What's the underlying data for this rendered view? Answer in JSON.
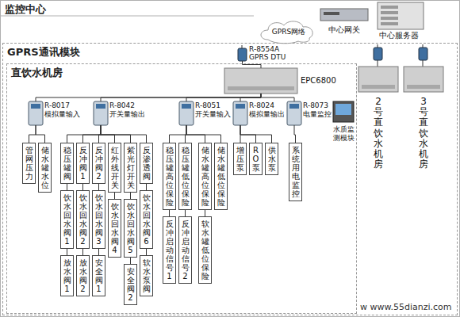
{
  "diagram": {
    "nodes": [
      {
        "text": [
          "监控中心"
        ]
      },
      {
        "text": [
          "中心网关"
        ],
        "in": 0
      },
      {
        "text": [
          "中心服务器"
        ],
        "in": 0
      },
      {
        "text": [
          "GPRS网络"
        ],
        "in": 0
      },
      {
        "text": [
          "GPRS通讯模块"
        ],
        "in": 0
      },
      {
        "text": [
          "直饮水机房"
        ],
        "in": 4
      },
      {
        "text": [
          "R-8554A GPRS DTU"
        ],
        "in": 4
      },
      {
        "text": [
          "EPC6800"
        ],
        "in": 5
      },
      {
        "text": [
          "R-8017 模拟量输入"
        ],
        "in": 5
      },
      {
        "text": [
          "R-8042 开关量输出"
        ],
        "in": 5
      },
      {
        "text": [
          "R-8051 开关量输入"
        ],
        "in": 5
      },
      {
        "text": [
          "R-8024 模拟量输出"
        ],
        "in": 5
      },
      {
        "text": [
          "R-8073 电量监控"
        ],
        "in": 5
      },
      {
        "text": [
          "水质监测模块"
        ],
        "in": 5
      },
      {
        "text": [
          "管网压力"
        ],
        "in": 5
      },
      {
        "text": [
          "储水罐水位"
        ],
        "in": 5
      },
      {
        "text": [
          "稳压罐阀"
        ],
        "in": 5
      },
      {
        "text": [
          "反冲阀1"
        ],
        "in": 5
      },
      {
        "text": [
          "反冲阀2"
        ],
        "in": 5
      },
      {
        "text": [
          "红外线开关"
        ],
        "in": 5
      },
      {
        "text": [
          "紫光灯开关"
        ],
        "in": 5
      },
      {
        "text": [
          "反渗透阀"
        ],
        "in": 5
      },
      {
        "text": [
          "稳压罐高位保险"
        ],
        "in": 5
      },
      {
        "text": [
          "稳压罐低位保险"
        ],
        "in": 5
      },
      {
        "text": [
          "储水罐高位保险"
        ],
        "in": 5
      },
      {
        "text": [
          "储水罐低位保险"
        ],
        "in": 5
      },
      {
        "text": [
          "增压泵"
        ],
        "in": 5
      },
      {
        "text": [
          "RO泵"
        ],
        "in": 5
      },
      {
        "text": [
          "供水泵"
        ],
        "in": 5
      },
      {
        "text": [
          "系统用电监控"
        ],
        "in": 5
      },
      {
        "text": [
          "饮水回水阀1"
        ],
        "in": 5
      },
      {
        "text": [
          "饮水回水阀2"
        ],
        "in": 5
      },
      {
        "text": [
          "饮水回水阀3"
        ],
        "in": 5
      },
      {
        "text": [
          "饮水回水阀4"
        ],
        "in": 5
      },
      {
        "text": [
          "饮水回水阀5"
        ],
        "in": 5
      },
      {
        "text": [
          "饮水回水阀6"
        ],
        "in": 5
      },
      {
        "text": [
          "反冲启动信号1"
        ],
        "in": 5
      },
      {
        "text": [
          "反冲启动信号2"
        ],
        "in": 5
      },
      {
        "text": [
          "软水罐低位保险"
        ],
        "in": 5
      },
      {
        "text": [
          "放水阀1"
        ],
        "in": 5
      },
      {
        "text": [
          "放水阀2"
        ],
        "in": 5
      },
      {
        "text": [
          "安全阀1"
        ],
        "in": 5
      },
      {
        "text": [
          "安全阀2"
        ],
        "in": 5
      },
      {
        "text": [
          "软水泵阀"
        ],
        "in": 5
      },
      {
        "text": [
          "2号直饮水机房"
        ],
        "in": 4
      },
      {
        "text": [
          "3号直饮水机房"
        ],
        "in": 4
      }
    ],
    "edges": [
      {
        "from": 6,
        "to": 7,
        "arrow": "none"
      },
      {
        "from": 7,
        "to": 8,
        "arrow": "none"
      },
      {
        "from": 7,
        "to": 9,
        "arrow": "none"
      },
      {
        "from": 7,
        "to": 10,
        "arrow": "none"
      },
      {
        "from": 7,
        "to": 11,
        "arrow": "none"
      },
      {
        "from": 7,
        "to": 12,
        "arrow": "none"
      },
      {
        "from": 8,
        "to": 14,
        "arrow": "none"
      },
      {
        "from": 8,
        "to": 15,
        "arrow": "none"
      },
      {
        "from": 9,
        "to": 16,
        "arrow": "none"
      },
      {
        "from": 9,
        "to": 17,
        "arrow": "none"
      },
      {
        "from": 9,
        "to": 18,
        "arrow": "none"
      },
      {
        "from": 9,
        "to": 19,
        "arrow": "none"
      },
      {
        "from": 9,
        "to": 20,
        "arrow": "none"
      },
      {
        "from": 9,
        "to": 21,
        "arrow": "none"
      },
      {
        "from": 10,
        "to": 22,
        "arrow": "none"
      },
      {
        "from": 10,
        "to": 23,
        "arrow": "none"
      },
      {
        "from": 10,
        "to": 24,
        "arrow": "none"
      },
      {
        "from": 10,
        "to": 25,
        "arrow": "none"
      },
      {
        "from": 11,
        "to": 26,
        "arrow": "none"
      },
      {
        "from": 11,
        "to": 27,
        "arrow": "none"
      },
      {
        "from": 11,
        "to": 28,
        "arrow": "none"
      },
      {
        "from": 12,
        "to": 29,
        "arrow": "none"
      },
      {
        "from": 16,
        "to": 30,
        "arrow": "none"
      },
      {
        "from": 17,
        "to": 31,
        "arrow": "none"
      },
      {
        "from": 18,
        "to": 32,
        "arrow": "none"
      },
      {
        "from": 19,
        "to": 33,
        "arrow": "none"
      },
      {
        "from": 20,
        "to": 34,
        "arrow": "none"
      },
      {
        "from": 21,
        "to": 35,
        "arrow": "none"
      },
      {
        "from": 22,
        "to": 36,
        "arrow": "none"
      },
      {
        "from": 23,
        "to": 37,
        "arrow": "none"
      },
      {
        "from": 24,
        "to": 38,
        "arrow": "none"
      },
      {
        "from": 30,
        "to": 39,
        "arrow": "none"
      },
      {
        "from": 31,
        "to": 40,
        "arrow": "none"
      },
      {
        "from": 32,
        "to": 41,
        "arrow": "none"
      },
      {
        "from": 34,
        "to": 42,
        "arrow": "none"
      },
      {
        "from": 35,
        "to": 43,
        "arrow": "none"
      }
    ],
    "labels": [
      "w www.55dianzi.com"
    ]
  }
}
